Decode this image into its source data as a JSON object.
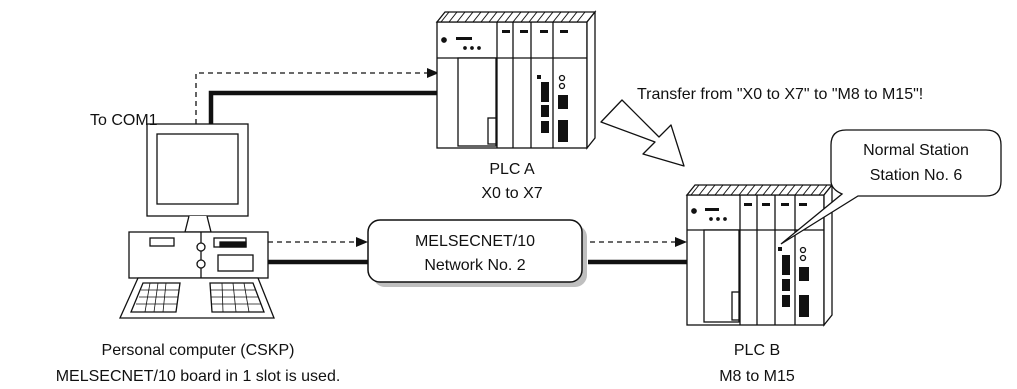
{
  "pc": {
    "com_label": "To COM1",
    "caption_line1": "Personal computer (CSKP)",
    "caption_line2": "MELSECNET/10 board in 1 slot is used."
  },
  "plc_a": {
    "name": "PLC A",
    "range": "X0 to X7"
  },
  "plc_b": {
    "name": "PLC B",
    "range": "M8 to M15"
  },
  "network": {
    "line1": "MELSECNET/10",
    "line2": "Network No. 2"
  },
  "transfer_note": "Transfer from \"X0 to X7\" to \"M8 to M15\"!",
  "callout": {
    "line1": "Normal Station",
    "line2": "Station No. 6"
  },
  "colors": {
    "line": "#111111",
    "background": "#ffffff"
  }
}
